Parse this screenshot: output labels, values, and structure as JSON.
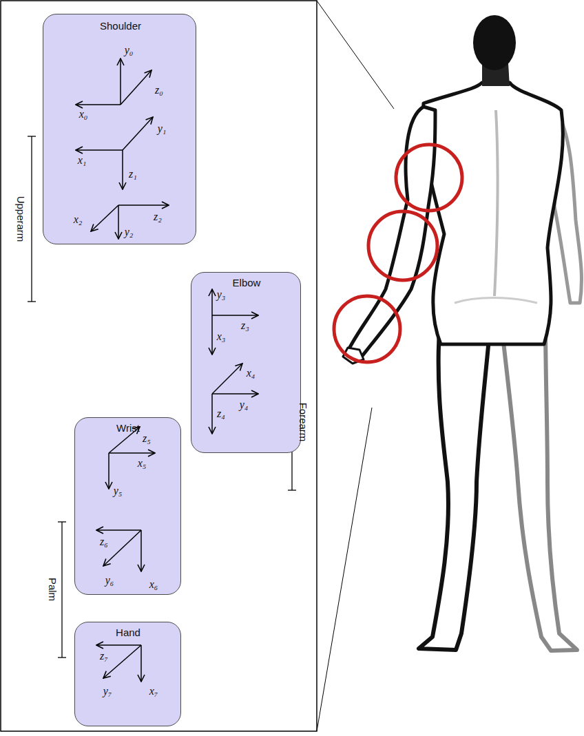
{
  "diagram": {
    "nodes": [
      {
        "text": [
          "Shoulder",
          "y₀",
          "z₀",
          "x₀",
          "y₁",
          "x₁",
          "z₁",
          "x₂",
          "z₂",
          "y₂"
        ]
      },
      {
        "text": [
          "Elbow",
          "y₃",
          "z₃",
          "x₃",
          "x₄",
          "y₄",
          "z₄"
        ]
      },
      {
        "text": [
          "Wrist",
          "z₅",
          "x₅",
          "y₅",
          "z₆",
          "y₆",
          "x₆"
        ]
      },
      {
        "text": [
          "Hand",
          "z₇",
          "y₇",
          "x₇"
        ]
      }
    ],
    "edges": [],
    "labels": [
      "Upperarm",
      "Forearm",
      "Palm"
    ]
  }
}
